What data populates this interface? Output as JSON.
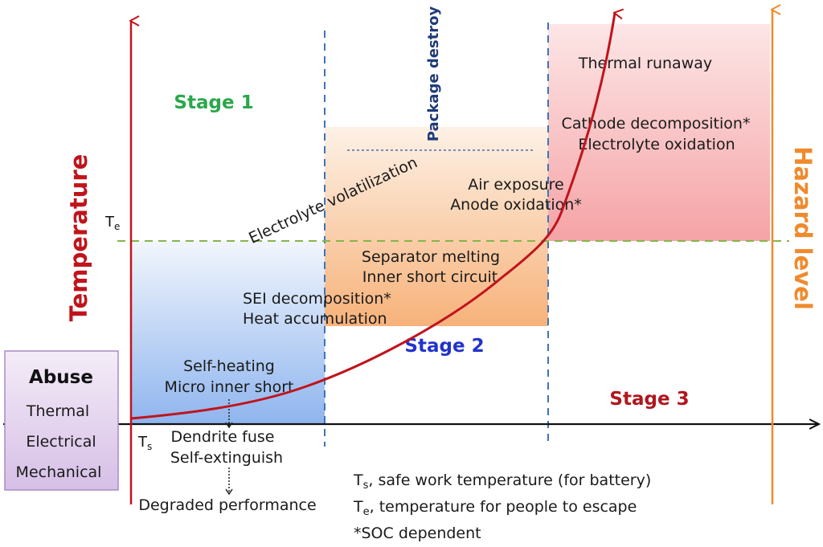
{
  "axes": {
    "y_left": "Temperature",
    "y_right": "Hazard level",
    "te": "T",
    "te_sub": "e",
    "ts": "T",
    "ts_sub": "s"
  },
  "stages": {
    "s1": "Stage 1",
    "s2": "Stage 2",
    "s3": "Stage 3"
  },
  "abuse": {
    "title": "Abuse",
    "items": [
      "Thermal",
      "Electrical",
      "Mechanical"
    ]
  },
  "labels": {
    "package_destroy": "Package destroy",
    "thermal_runaway": "Thermal runaway",
    "cathode": "Cathode decomposition*",
    "electrolyte_ox": "Electrolyte oxidation",
    "electrolyte_vol": "Electrolyte volatilization",
    "air": "Air exposure",
    "anode": "Anode oxidation*",
    "separator": "Separator melting",
    "inner_short": "Inner short circuit",
    "sei": "SEI decomposition*",
    "heat": "Heat accumulation",
    "self_heating": "Self-heating",
    "micro": "Micro inner short",
    "dendrite": "Dendrite fuse",
    "self_ext": "Self-extinguish",
    "degraded": "Degraded performance"
  },
  "notes": {
    "ts_text": ", safe work temperature (for battery)",
    "te_text": ", temperature for people to escape",
    "soc": "*SOC dependent"
  },
  "colors": {
    "stage1": "#2aa84a",
    "stage2": "#2233cc",
    "stage3": "#b0161e",
    "temp_axis": "#c0141c",
    "hazard_axis": "#f08a2c",
    "package": "#1f3a7a",
    "curve": "#c0141c"
  }
}
